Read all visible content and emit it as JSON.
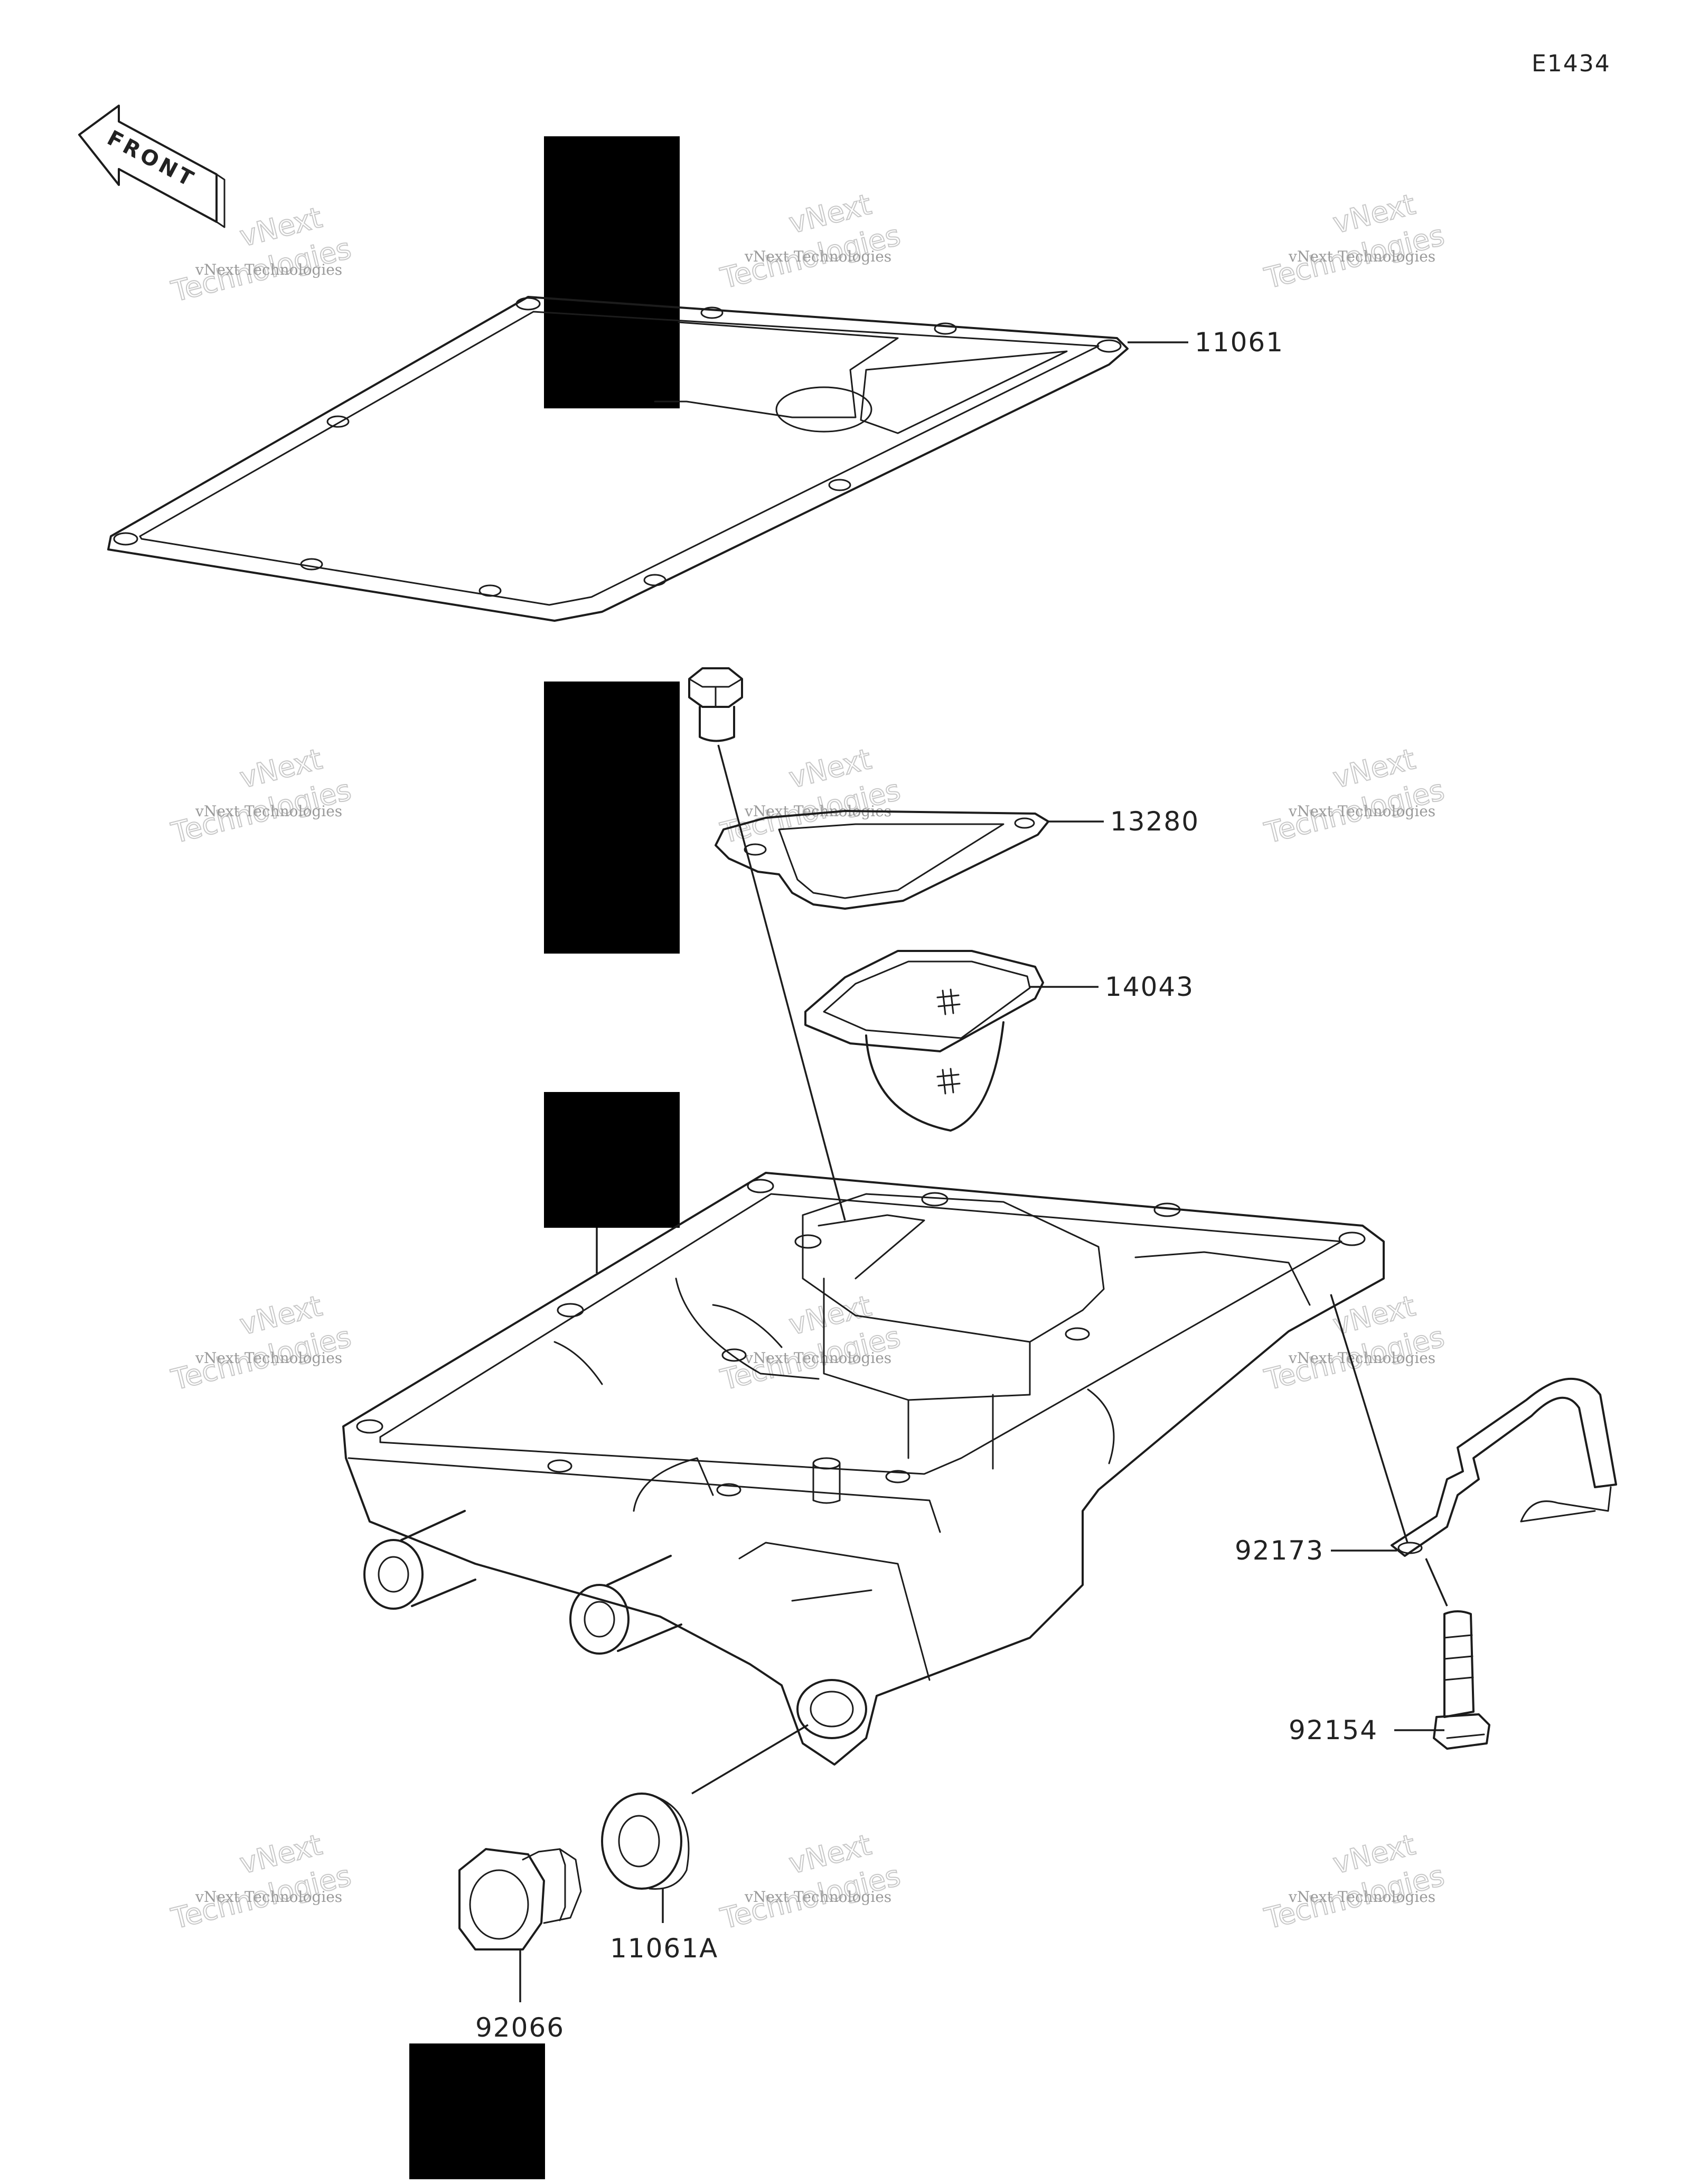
{
  "figure_code": "E1434",
  "front_arrow_label": "FRONT",
  "watermark": {
    "line1": "vNext Technologies",
    "line2": "vNext",
    "line3": "Technologies"
  },
  "callouts": [
    {
      "id": "gasket",
      "label": "11061"
    },
    {
      "id": "cover-gasket",
      "label": "13280"
    },
    {
      "id": "strainer",
      "label": "14043"
    },
    {
      "id": "washer-clamp",
      "label": "92173"
    },
    {
      "id": "bolt",
      "label": "92154"
    },
    {
      "id": "drain-washer",
      "label": "11061A"
    },
    {
      "id": "drain-plug",
      "label": "92066"
    }
  ]
}
